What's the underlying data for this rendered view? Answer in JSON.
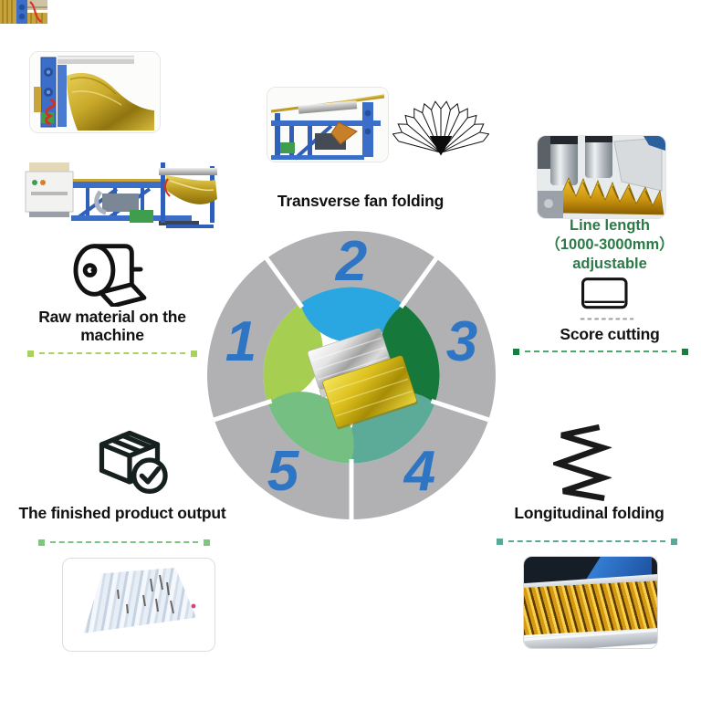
{
  "process": {
    "steps": [
      {
        "number": "1",
        "label": "Raw material on the machine",
        "icon": "paper-roll-icon"
      },
      {
        "number": "2",
        "label": "Transverse fan folding",
        "icon": "folding-fan-icon"
      },
      {
        "number": "3",
        "label": "Score cutting",
        "icon": "score-cutting-icon",
        "note_lines": [
          "Line length",
          "（1000-3000mm）",
          "adjustable"
        ]
      },
      {
        "number": "4",
        "label": "Longitudinal folding",
        "icon": "zigzag-fold-icon"
      },
      {
        "number": "5",
        "label": "The finished product output",
        "icon": "box-check-icon"
      }
    ]
  },
  "colors": {
    "wheel_gray": "#b1b1b3",
    "number_blue": "#2e76c4",
    "segment_top_blue": "#2aa7e0",
    "segment_right_dark_green": "#16793b",
    "segment_bottom_right_teal": "#5caa98",
    "segment_bottom_left_green": "#74bf81",
    "segment_left_lime": "#a6ce51",
    "divider_lime": "#a9d161",
    "divider_green": "#7cc67f",
    "divider_dark_green": "#15803b",
    "divider_teal": "#5aa897",
    "note_green": "#2b7a47"
  }
}
